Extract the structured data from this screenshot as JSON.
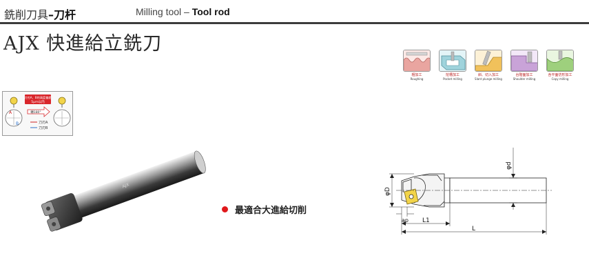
{
  "header": {
    "cn_prefix": "銑削刀具",
    "cn_dash": "–",
    "cn_category": "刀杆",
    "en_prefix": "Milling tool –",
    "en_category": "Tool rod"
  },
  "page_title": "AJX 快進給立銑刀",
  "applications": [
    {
      "icon": "roughing-icon",
      "cn": "粗加工",
      "en": "Roughing"
    },
    {
      "icon": "pocket-milling-icon",
      "cn": "挖槽加工",
      "en": "Pocket milling"
    },
    {
      "icon": "slant-plunge-milling-icon",
      "cn": "斜、切入加工",
      "en": "Slant plunge milling"
    },
    {
      "icon": "shoulder-milling-icon",
      "cn": "台階面加工",
      "en": "Shoulder milling"
    },
    {
      "icon": "copy-milling-icon",
      "cn": "含平面仿形加工",
      "en": "Copy milling"
    }
  ],
  "tolerance_box": {
    "note_line1": "刀刃A、B的高度偏差",
    "note_line2": "5μm以内",
    "rotate_label": "轉180°",
    "legend_a": "刀刃A",
    "legend_b": "刀刃B",
    "mark_a": "A",
    "mark_b": "B"
  },
  "product_engraving": "AJX",
  "feature": {
    "text": "最適合大進給切削"
  },
  "drawing_labels": {
    "phi_d": "φd",
    "phi_D": "φD",
    "ap": "ap",
    "L1": "L1",
    "L": "L"
  },
  "colors": {
    "header_rule": "#3c3c3c",
    "feature_dot": "#e0181b",
    "app_roughing": "#e9a5a0",
    "app_pocket": "#9fd3dc",
    "app_slant": "#f1c15b",
    "app_shoulder": "#c9a3d8",
    "app_copy": "#9ed07d"
  }
}
